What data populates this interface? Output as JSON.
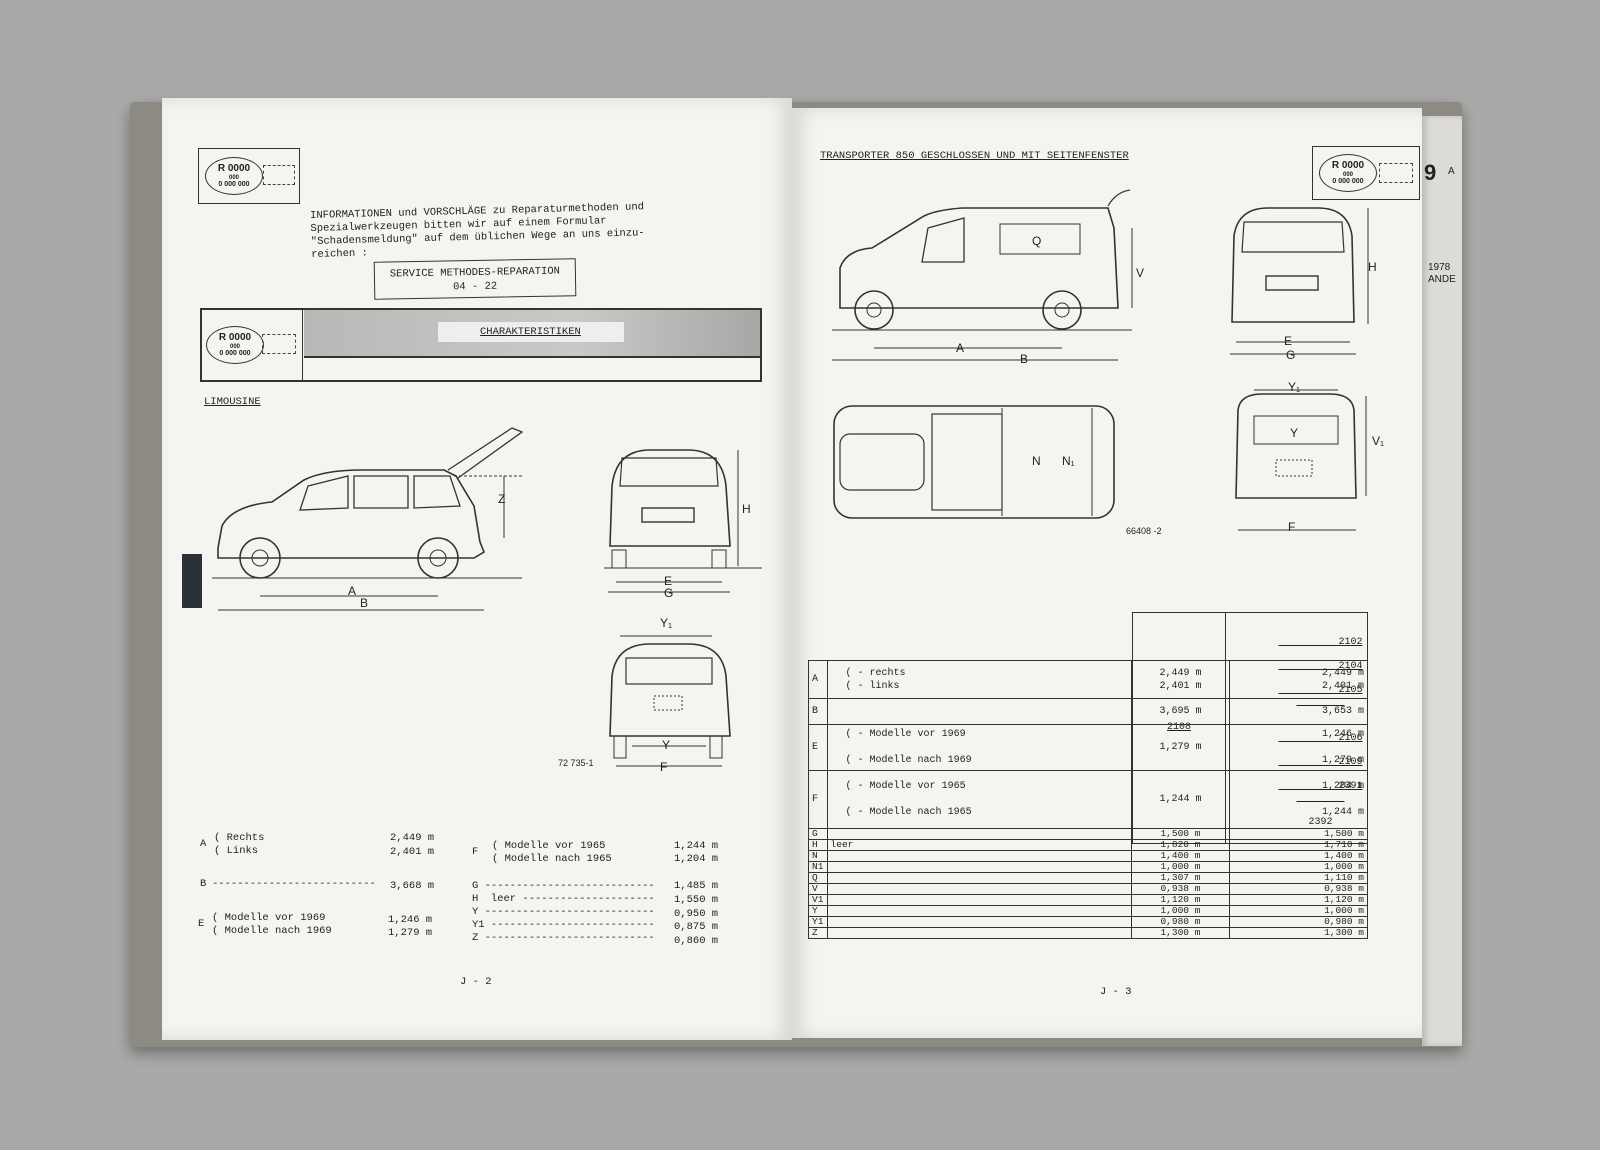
{
  "left_page": {
    "plate_top": {
      "line1": "R 0000",
      "line2": "000",
      "line3": "0 000 000"
    },
    "info_text": [
      "INFORMATIONEN und VORSCHLÄGE zu Reparaturmethoden und",
      "Spezialwerkzeugen bitten wir auf einem Formular",
      "\"Schadensmeldung\" auf dem üblichen Wege an uns einzu-",
      "reichen :"
    ],
    "service_box": {
      "line1": "SERVICE METHODES-REPARATION",
      "line2": "04 - 22"
    },
    "header_plate": {
      "line1": "R 0000",
      "line2": "000",
      "line3": "0 000 000"
    },
    "banner_title": "CHARAKTERISTIKEN",
    "section_title": "LIMOUSINE",
    "diagram_labels": {
      "z": "Z",
      "a": "A",
      "b": "B",
      "h": "H",
      "e": "E",
      "g": "G",
      "y1": "Y₁",
      "y": "Y",
      "f": "F",
      "ref": "72 735-1"
    },
    "specs_col1": [
      {
        "key": "A",
        "rows": [
          "( Rechts",
          "( Links"
        ],
        "vals": [
          "2,449 m",
          "2,401 m"
        ]
      },
      {
        "key": "B",
        "rows": [
          "--------------------------"
        ],
        "vals": [
          "3,668 m"
        ]
      },
      {
        "key": "E",
        "rows": [
          "( Modelle vor 1969",
          "( Modelle nach 1969"
        ],
        "vals": [
          "1,246 m",
          "1,279 m"
        ]
      }
    ],
    "specs_col2": {
      "f_key": "F",
      "f_rows": [
        "( Modelle vor 1965",
        "( Modelle nach 1965"
      ],
      "f_vals": [
        "1,244 m",
        "1,204 m"
      ],
      "rows": [
        {
          "label": "G ---------------------------",
          "val": "1,485 m"
        },
        {
          "label": "H  leer ---------------------",
          "val": "1,550 m"
        },
        {
          "label": "Y ---------------------------",
          "val": "0,950 m"
        },
        {
          "label": "Y1 --------------------------",
          "val": "0,875 m"
        },
        {
          "label": "Z ---------------------------",
          "val": "0,860 m"
        }
      ]
    },
    "page_number": "J - 2"
  },
  "right_page": {
    "title": "TRANSPORTER 850 GESCHLOSSEN UND MIT SEITENFENSTER",
    "plate": {
      "line1": "R 0000",
      "line2": "000",
      "line3": "0 000 000"
    },
    "diagram_labels": {
      "q": "Q",
      "v": "V",
      "a": "A",
      "b": "B",
      "h": "H",
      "e": "E",
      "g": "G",
      "n": "N",
      "n1": "N₁",
      "y1": "Y₁",
      "y": "Y",
      "v1": "V₁",
      "f": "F",
      "ref": "66408 -2"
    },
    "table": {
      "headers": {
        "col1": "2108",
        "col2a": [
          "2102",
          "2104",
          "2105"
        ],
        "col2b": [
          "2106",
          "2109",
          "2391"
        ],
        "col2c": "2392"
      },
      "rows": [
        {
          "key": "A",
          "desc": "( - rechts\n( - links",
          "v1": "2,449 m\n2,401 m",
          "v2": "2,449 m\n2,401 m"
        },
        {
          "key": "B",
          "desc": "",
          "v1": "3,695 m",
          "v2": "3,653 m"
        },
        {
          "key": "E",
          "desc": "( - Modelle vor 1969\n\n( - Modelle nach 1969",
          "v1": "1,279 m",
          "v2": "1,246 m\n\n1,279 m"
        },
        {
          "key": "F",
          "desc": "( - Modelle vor 1965\n\n( - Modelle nach 1965",
          "v1": "1,244 m",
          "v2": "1,204 m\n\n1,244 m"
        },
        {
          "key": "G",
          "desc": "",
          "v1": "1,500 m",
          "v2": "1,500 m"
        },
        {
          "key": "H",
          "desc": "leer",
          "v1": "1,820 m",
          "v2": "1,710 m"
        },
        {
          "key": "N",
          "desc": "",
          "v1": "1,400 m",
          "v2": "1,400 m"
        },
        {
          "key": "N1",
          "desc": "",
          "v1": "1,000 m",
          "v2": "1,000 m"
        },
        {
          "key": "Q",
          "desc": "",
          "v1": "1,307 m",
          "v2": "1,110 m"
        },
        {
          "key": "V",
          "desc": "",
          "v1": "0,938 m",
          "v2": "0,938 m"
        },
        {
          "key": "V1",
          "desc": "",
          "v1": "1,120 m",
          "v2": "1,120 m"
        },
        {
          "key": "Y",
          "desc": "",
          "v1": "1,000 m",
          "v2": "1,000 m"
        },
        {
          "key": "Y1",
          "desc": "",
          "v1": "0,980 m",
          "v2": "0,980 m"
        },
        {
          "key": "Z",
          "desc": "",
          "v1": "1,300 m",
          "v2": "1,300 m"
        }
      ]
    },
    "page_number": "J - 3"
  },
  "tab": {
    "number": "9",
    "letter": "A",
    "year": "1978",
    "word": "ANDE"
  }
}
